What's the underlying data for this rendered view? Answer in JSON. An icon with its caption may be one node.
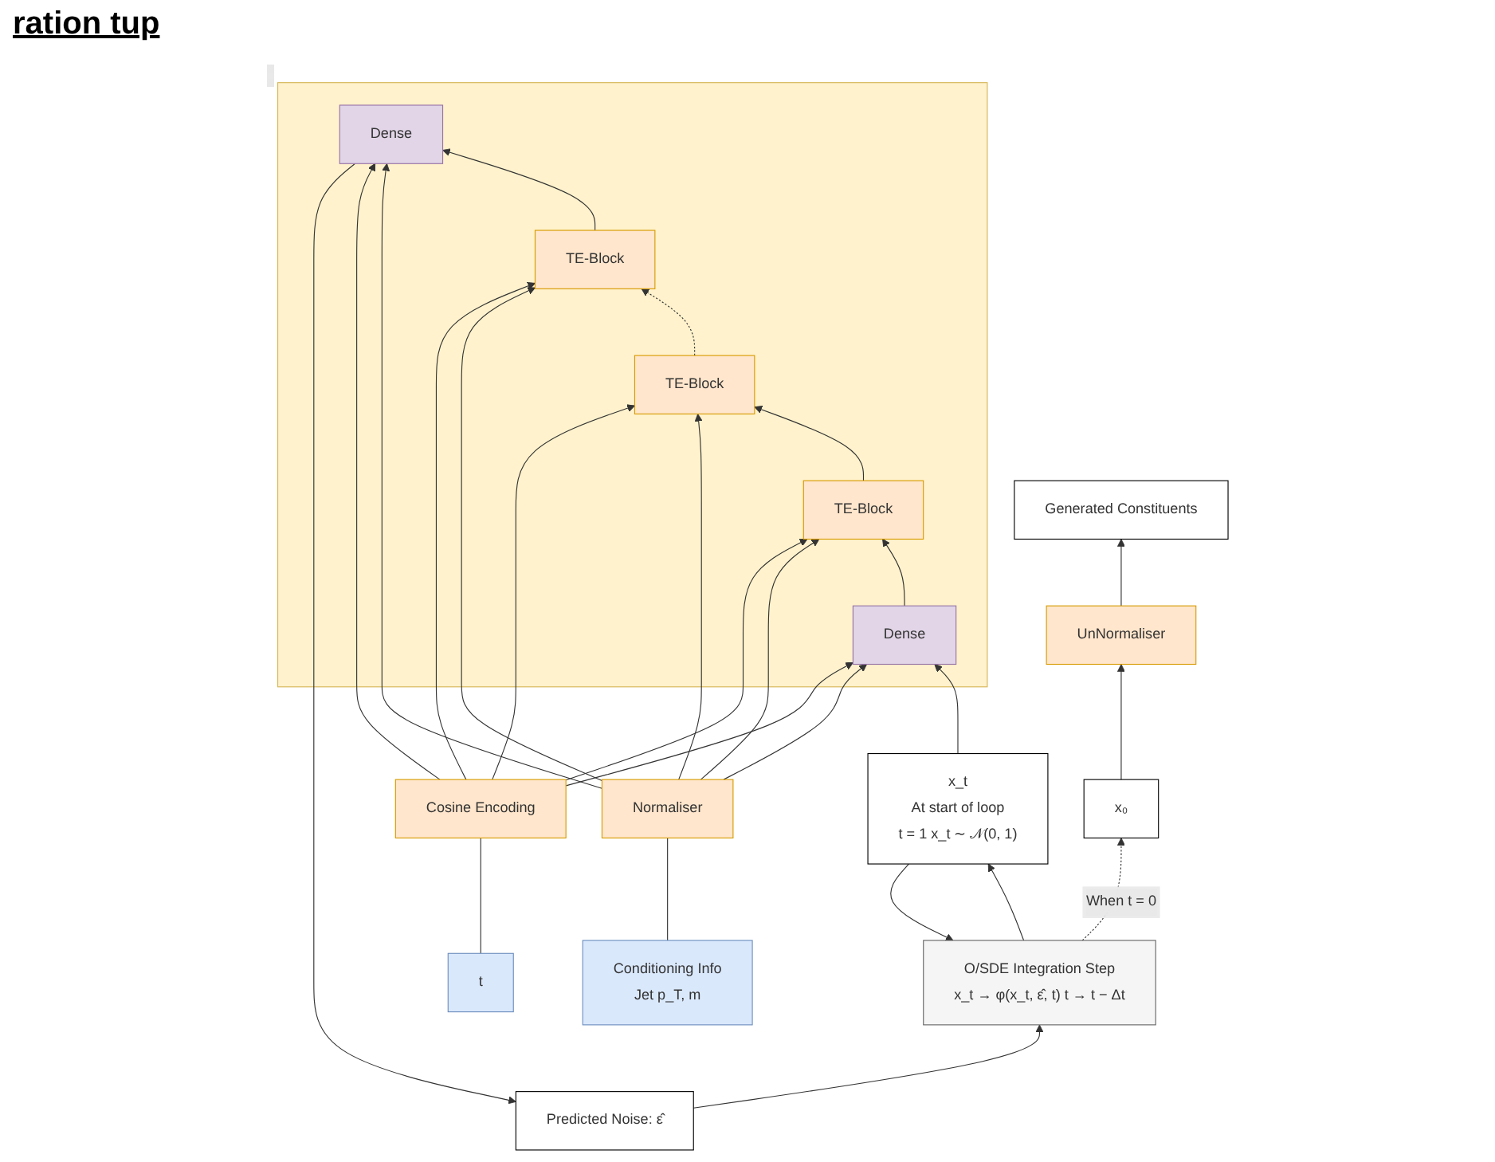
{
  "diagram": {
    "title": "ration tup",
    "nodes": [
      {
        "text": [
          "Predicted Noise: ε̂"
        ]
      },
      {
        "text": [],
        "shape": "box"
      },
      {
        "text": [
          "Dense"
        ],
        "in": 1
      },
      {
        "text": [
          "TE-Block"
        ],
        "in": 1
      },
      {
        "text": [
          "TE-Block"
        ],
        "in": 1
      },
      {
        "text": [
          "TE-Block"
        ],
        "in": 1
      },
      {
        "text": [
          "Dense"
        ],
        "in": 1
      },
      {
        "text": [
          "Conditioning Info",
          "Jet p_T, m"
        ]
      },
      {
        "text": [
          "Normaliser"
        ]
      },
      {
        "text": [
          "t"
        ]
      },
      {
        "text": [
          "Cosine Encoding"
        ]
      },
      {
        "text": [
          "O/SDE Integration Step",
          "x_t → φ(x_t, ε̂, t) t → t − Δt"
        ]
      },
      {
        "text": [
          "x_t",
          "At start of loop",
          "t = 1 x_t ∼ 𝒩(0, 1)"
        ]
      },
      {
        "text": [
          "x₀"
        ]
      },
      {
        "text": [
          "UnNormaliser"
        ]
      },
      {
        "text": [
          "Generated Constituents"
        ]
      }
    ],
    "edges": [
      {
        "from": 6,
        "to": 5,
        "arrow": "to"
      },
      {
        "from": 5,
        "to": 4,
        "arrow": "to"
      },
      {
        "from": 4,
        "to": 3,
        "arrow": "to",
        "style": "dashed"
      },
      {
        "from": 3,
        "to": 2,
        "arrow": "to"
      },
      {
        "from": 2,
        "to": 0,
        "arrow": "to"
      },
      {
        "from": 12,
        "to": 6,
        "arrow": "to"
      },
      {
        "from": 12,
        "to": 11,
        "arrow": "to"
      },
      {
        "from": 0,
        "to": 11,
        "arrow": "to"
      },
      {
        "from": 7,
        "to": 8,
        "arrow": "none"
      },
      {
        "from": 8,
        "to": 2,
        "arrow": "to"
      },
      {
        "from": 8,
        "to": 3,
        "arrow": "to"
      },
      {
        "from": 8,
        "to": 4,
        "arrow": "to"
      },
      {
        "from": 8,
        "to": 5,
        "arrow": "to"
      },
      {
        "from": 8,
        "to": 6,
        "arrow": "to"
      },
      {
        "from": 9,
        "to": 10,
        "arrow": "none"
      },
      {
        "from": 10,
        "to": 2,
        "arrow": "to"
      },
      {
        "from": 10,
        "to": 3,
        "arrow": "to"
      },
      {
        "from": 10,
        "to": 4,
        "arrow": "to"
      },
      {
        "from": 10,
        "to": 5,
        "arrow": "to"
      },
      {
        "from": 10,
        "to": 6,
        "arrow": "to"
      },
      {
        "from": 11,
        "to": 12,
        "arrow": "to"
      },
      {
        "from": 11,
        "to": 13,
        "arrow": "to",
        "style": "dashed",
        "label": "When t = 0"
      },
      {
        "from": 13,
        "to": 14,
        "arrow": "to"
      },
      {
        "from": 14,
        "to": 15,
        "arrow": "to"
      }
    ]
  }
}
